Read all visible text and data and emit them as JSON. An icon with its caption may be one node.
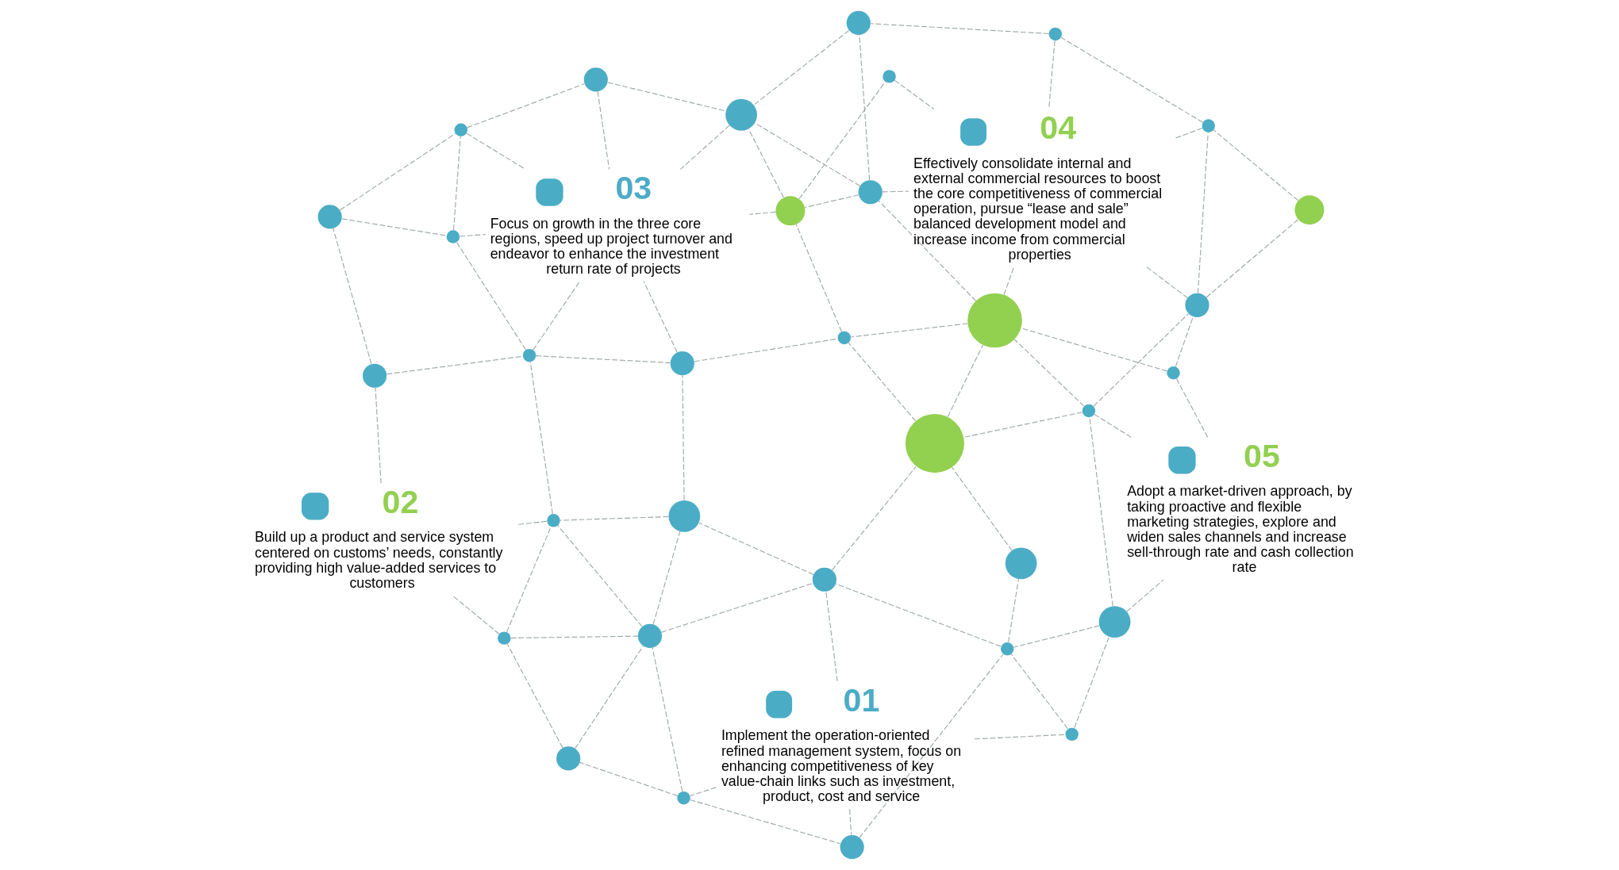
{
  "diagram": {
    "nodes": [
      {
        "text": [],
        "shape": "circle",
        "beside": [
          "01",
          "Implement the operation-oriented refined management system, focus on enhancing competitiveness of key value-chain links such as investment, product, cost and service"
        ]
      },
      {
        "text": [],
        "shape": "circle",
        "beside": [
          "02",
          "Build up a product and service system centered on customs’ needs, constantly providing high value-added services to customers"
        ]
      },
      {
        "text": [],
        "shape": "circle",
        "beside": [
          "03",
          "Focus on growth in the three core regions, speed up project turnover and endeavor to enhance the investment return rate of projects"
        ]
      },
      {
        "text": [],
        "shape": "circle",
        "beside": [
          "04",
          "Effectively consolidate internal and external commercial resources to boost the core competitiveness of commercial operation, pursue “lease and sale” balanced development model and increase income from commercial properties"
        ]
      },
      {
        "text": [],
        "shape": "circle",
        "beside": [
          "05",
          "Adopt a market-driven approach, by taking proactive and flexible marketing strategies, explore and widen sales channels and increase sell-through rate and cash collection rate"
        ]
      },
      {
        "text": [],
        "shape": "circle"
      },
      {
        "text": [],
        "shape": "circle"
      },
      {
        "text": [],
        "shape": "circle"
      },
      {
        "text": [],
        "shape": "circle"
      },
      {
        "text": [],
        "shape": "circle"
      },
      {
        "text": [],
        "shape": "circle"
      },
      {
        "text": [],
        "shape": "circle"
      },
      {
        "text": [],
        "shape": "circle"
      },
      {
        "text": [],
        "shape": "circle"
      },
      {
        "text": [],
        "shape": "circle"
      },
      {
        "text": [],
        "shape": "circle"
      },
      {
        "text": [],
        "shape": "circle"
      },
      {
        "text": [],
        "shape": "circle"
      },
      {
        "text": [],
        "shape": "circle"
      },
      {
        "text": [],
        "shape": "circle"
      },
      {
        "text": [],
        "shape": "circle"
      },
      {
        "text": [],
        "shape": "circle"
      },
      {
        "text": [],
        "shape": "circle"
      },
      {
        "text": [],
        "shape": "circle"
      },
      {
        "text": [],
        "shape": "circle"
      },
      {
        "text": [],
        "shape": "circle"
      },
      {
        "text": [],
        "shape": "circle"
      },
      {
        "text": [],
        "shape": "circle"
      },
      {
        "text": [],
        "shape": "circle"
      },
      {
        "text": [],
        "shape": "circle"
      },
      {
        "text": [],
        "shape": "circle"
      },
      {
        "text": [],
        "shape": "circle"
      },
      {
        "text": [],
        "shape": "circle"
      },
      {
        "text": [],
        "shape": "circle"
      },
      {
        "text": [],
        "shape": "circle"
      },
      {
        "text": [],
        "shape": "circle"
      },
      {
        "text": [],
        "shape": "circle"
      },
      {
        "text": [],
        "shape": "circle"
      }
    ],
    "edges": [
      {
        "from": 0,
        "to": 5,
        "arrow": "none"
      },
      {
        "from": 0,
        "to": 8,
        "arrow": "none"
      },
      {
        "from": 0,
        "to": 9,
        "arrow": "none"
      },
      {
        "from": 0,
        "to": 15,
        "arrow": "none"
      },
      {
        "from": 5,
        "to": 6,
        "arrow": "none"
      },
      {
        "from": 5,
        "to": 10,
        "arrow": "none"
      },
      {
        "from": 5,
        "to": 9,
        "arrow": "none"
      },
      {
        "from": 6,
        "to": 10,
        "arrow": "none"
      },
      {
        "from": 6,
        "to": 7,
        "arrow": "none"
      },
      {
        "from": 7,
        "to": 10,
        "arrow": "none"
      },
      {
        "from": 7,
        "to": 1,
        "arrow": "none"
      },
      {
        "from": 7,
        "to": 11,
        "arrow": "none"
      },
      {
        "from": 10,
        "to": 11,
        "arrow": "none"
      },
      {
        "from": 10,
        "to": 16,
        "arrow": "none"
      },
      {
        "from": 10,
        "to": 15,
        "arrow": "none"
      },
      {
        "from": 8,
        "to": 13,
        "arrow": "none"
      },
      {
        "from": 8,
        "to": 14,
        "arrow": "none"
      },
      {
        "from": 9,
        "to": 14,
        "arrow": "none"
      },
      {
        "from": 13,
        "to": 14,
        "arrow": "none"
      },
      {
        "from": 14,
        "to": 15,
        "arrow": "none"
      },
      {
        "from": 15,
        "to": 16,
        "arrow": "none"
      },
      {
        "from": 15,
        "to": 20,
        "arrow": "none"
      },
      {
        "from": 14,
        "to": 19,
        "arrow": "none"
      },
      {
        "from": 19,
        "to": 20,
        "arrow": "none"
      },
      {
        "from": 13,
        "to": 23,
        "arrow": "none"
      },
      {
        "from": 13,
        "to": 4,
        "arrow": "none"
      },
      {
        "from": 23,
        "to": 20,
        "arrow": "none"
      },
      {
        "from": 23,
        "to": 26,
        "arrow": "none"
      },
      {
        "from": 23,
        "to": 4,
        "arrow": "none"
      },
      {
        "from": 23,
        "to": 31,
        "arrow": "none"
      },
      {
        "from": 20,
        "to": 26,
        "arrow": "none"
      },
      {
        "from": 20,
        "to": 27,
        "arrow": "none"
      },
      {
        "from": 16,
        "to": 11,
        "arrow": "none"
      },
      {
        "from": 16,
        "to": 21,
        "arrow": "none"
      },
      {
        "from": 11,
        "to": 18,
        "arrow": "none"
      },
      {
        "from": 1,
        "to": 11,
        "arrow": "none"
      },
      {
        "from": 1,
        "to": 12,
        "arrow": "none"
      },
      {
        "from": 12,
        "to": 17,
        "arrow": "none"
      },
      {
        "from": 12,
        "to": 18,
        "arrow": "none"
      },
      {
        "from": 17,
        "to": 22,
        "arrow": "none"
      },
      {
        "from": 17,
        "to": 24,
        "arrow": "none"
      },
      {
        "from": 18,
        "to": 21,
        "arrow": "none"
      },
      {
        "from": 18,
        "to": 22,
        "arrow": "none"
      },
      {
        "from": 18,
        "to": 2,
        "arrow": "none"
      },
      {
        "from": 22,
        "to": 24,
        "arrow": "none"
      },
      {
        "from": 22,
        "to": 2,
        "arrow": "none"
      },
      {
        "from": 21,
        "to": 2,
        "arrow": "none"
      },
      {
        "from": 21,
        "to": 27,
        "arrow": "none"
      },
      {
        "from": 24,
        "to": 2,
        "arrow": "none"
      },
      {
        "from": 24,
        "to": 30,
        "arrow": "none"
      },
      {
        "from": 27,
        "to": 29,
        "arrow": "none"
      },
      {
        "from": 25,
        "to": 4,
        "arrow": "none"
      },
      {
        "from": 25,
        "to": 26,
        "arrow": "none"
      },
      {
        "from": 25,
        "to": 31,
        "arrow": "none"
      },
      {
        "from": 26,
        "to": 27,
        "arrow": "none"
      },
      {
        "from": 26,
        "to": 28,
        "arrow": "none"
      },
      {
        "from": 26,
        "to": 3,
        "arrow": "none"
      },
      {
        "from": 28,
        "to": 29,
        "arrow": "none"
      },
      {
        "from": 28,
        "to": 36,
        "arrow": "none"
      },
      {
        "from": 28,
        "to": 37,
        "arrow": "none"
      },
      {
        "from": 28,
        "to": 3,
        "arrow": "none"
      },
      {
        "from": 29,
        "to": 2,
        "arrow": "none"
      },
      {
        "from": 29,
        "to": 35,
        "arrow": "none"
      },
      {
        "from": 29,
        "to": 37,
        "arrow": "none"
      },
      {
        "from": 30,
        "to": 37,
        "arrow": "none"
      },
      {
        "from": 30,
        "to": 2,
        "arrow": "none"
      },
      {
        "from": 31,
        "to": 32,
        "arrow": "none"
      },
      {
        "from": 31,
        "to": 33,
        "arrow": "none"
      },
      {
        "from": 31,
        "to": 3,
        "arrow": "none"
      },
      {
        "from": 32,
        "to": 33,
        "arrow": "none"
      },
      {
        "from": 33,
        "to": 34,
        "arrow": "none"
      },
      {
        "from": 34,
        "to": 36,
        "arrow": "none"
      },
      {
        "from": 36,
        "to": 37,
        "arrow": "none"
      },
      {
        "from": 37,
        "to": 2,
        "arrow": "none"
      },
      {
        "from": 33,
        "to": 3,
        "arrow": "none"
      },
      {
        "from": 34,
        "to": 3,
        "arrow": "none"
      },
      {
        "from": 35,
        "to": 3,
        "arrow": "none"
      }
    ]
  }
}
